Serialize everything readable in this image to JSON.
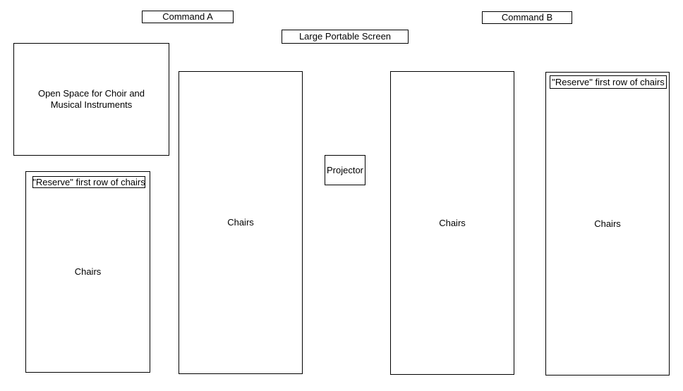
{
  "diagram": {
    "description_colors": {
      "background": "#ffffff",
      "border": "#000000",
      "text": "#000000"
    },
    "boxes": {
      "command_a": {
        "label": "Command A"
      },
      "command_b": {
        "label": "Command B"
      },
      "screen": {
        "label": "Large Portable Screen"
      },
      "open_space": {
        "label": "Open Space for Choir and Musical Instruments"
      },
      "projector": {
        "label": "Projector"
      }
    },
    "sections": [
      {
        "name": "left",
        "label": "Chairs",
        "reserve_label": "\"Reserve\" first row of chairs"
      },
      {
        "name": "center-left",
        "label": "Chairs"
      },
      {
        "name": "center-right",
        "label": "Chairs"
      },
      {
        "name": "right",
        "label": "Chairs",
        "reserve_label": "\"Reserve\" first row of chairs"
      }
    ]
  }
}
